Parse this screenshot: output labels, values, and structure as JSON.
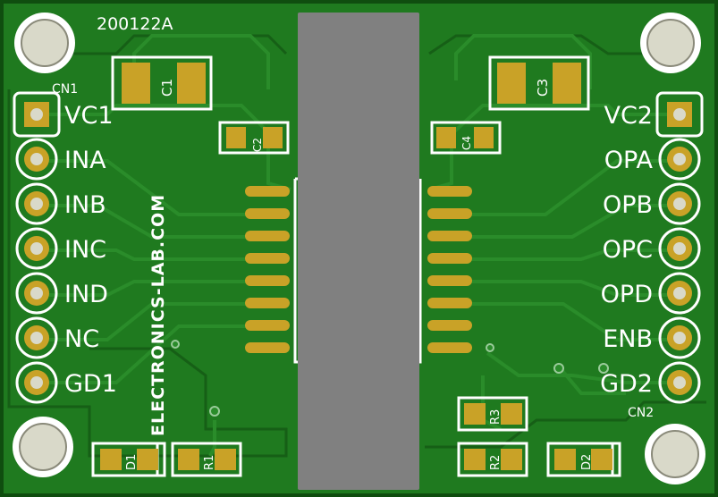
{
  "board": {
    "code": "200122A",
    "vendor_text": "ELECTRONICS-LAB.COM",
    "colors": {
      "board": "#1f7a1f",
      "board_edge": "#0f4d0f",
      "trace": "#2a8c2a",
      "copper": "#c9a227",
      "pad_hole": "#d9d9c9",
      "silkscreen": "#ffffff",
      "chip": "#808080"
    }
  },
  "connectors": {
    "cn1": {
      "name": "CN1",
      "pins": [
        "VC1",
        "INA",
        "INB",
        "INC",
        "IND",
        "NC",
        "GD1"
      ]
    },
    "cn2": {
      "name": "CN2",
      "pins": [
        "VC2",
        "OPA",
        "OPB",
        "OPC",
        "OPD",
        "ENB",
        "GD2"
      ]
    }
  },
  "components": {
    "c1": "C1",
    "c2": "C2",
    "c3": "C3",
    "c4": "C4",
    "r1": "R1",
    "r2": "R2",
    "r3": "R3",
    "d1": "D1",
    "d2": "D2"
  }
}
